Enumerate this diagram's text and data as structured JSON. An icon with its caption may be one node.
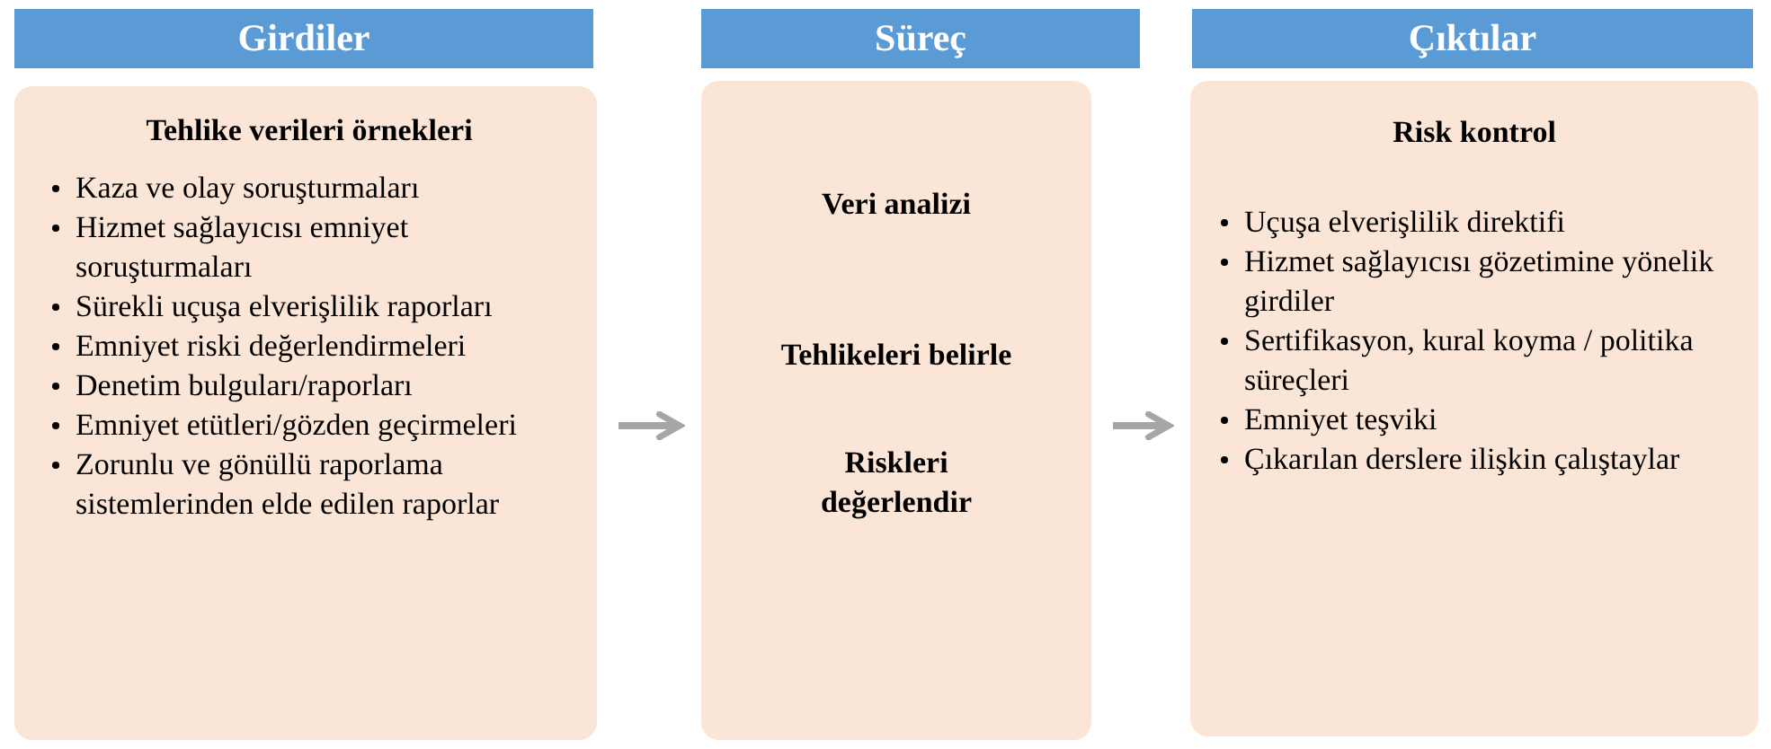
{
  "diagram": {
    "nodes": [
      {
        "text": [
          "Girdiler"
        ]
      },
      {
        "text": [
          "Tehlike verileri örnekleri",
          "Kaza ve olay soruşturmaları",
          "Hizmet sağlayıcısı emniyet soruşturmaları",
          "Sürekli uçuşa elverişlilik raporları",
          "Emniyet riski değerlendirmeleri",
          "Denetim bulguları/raporları",
          "Emniyet etütleri/gözden geçirmeleri",
          "Zorunlu ve gönüllü raporlama sistemlerinden elde edilen raporlar"
        ]
      },
      {
        "text": [
          "Süreç"
        ]
      },
      {
        "text": [
          "Veri analizi",
          "Tehlikeleri belirle",
          "Riskleri değerlendir"
        ]
      },
      {
        "text": [
          "Çıktılar"
        ]
      },
      {
        "text": [
          "Risk kontrol",
          "Uçuşa elverişlilik direktifi",
          "Hizmet sağlayıcısı gözetimine yönelik girdiler",
          "Sertifikasyon, kural koyma / politika süreçleri",
          "Emniyet teşviki",
          "Çıkarılan derslere ilişkin çalıştaylar"
        ]
      }
    ],
    "edges": [
      {
        "from": 1,
        "to": 3,
        "arrow": "to"
      },
      {
        "from": 3,
        "to": 5,
        "arrow": "to"
      }
    ]
  }
}
